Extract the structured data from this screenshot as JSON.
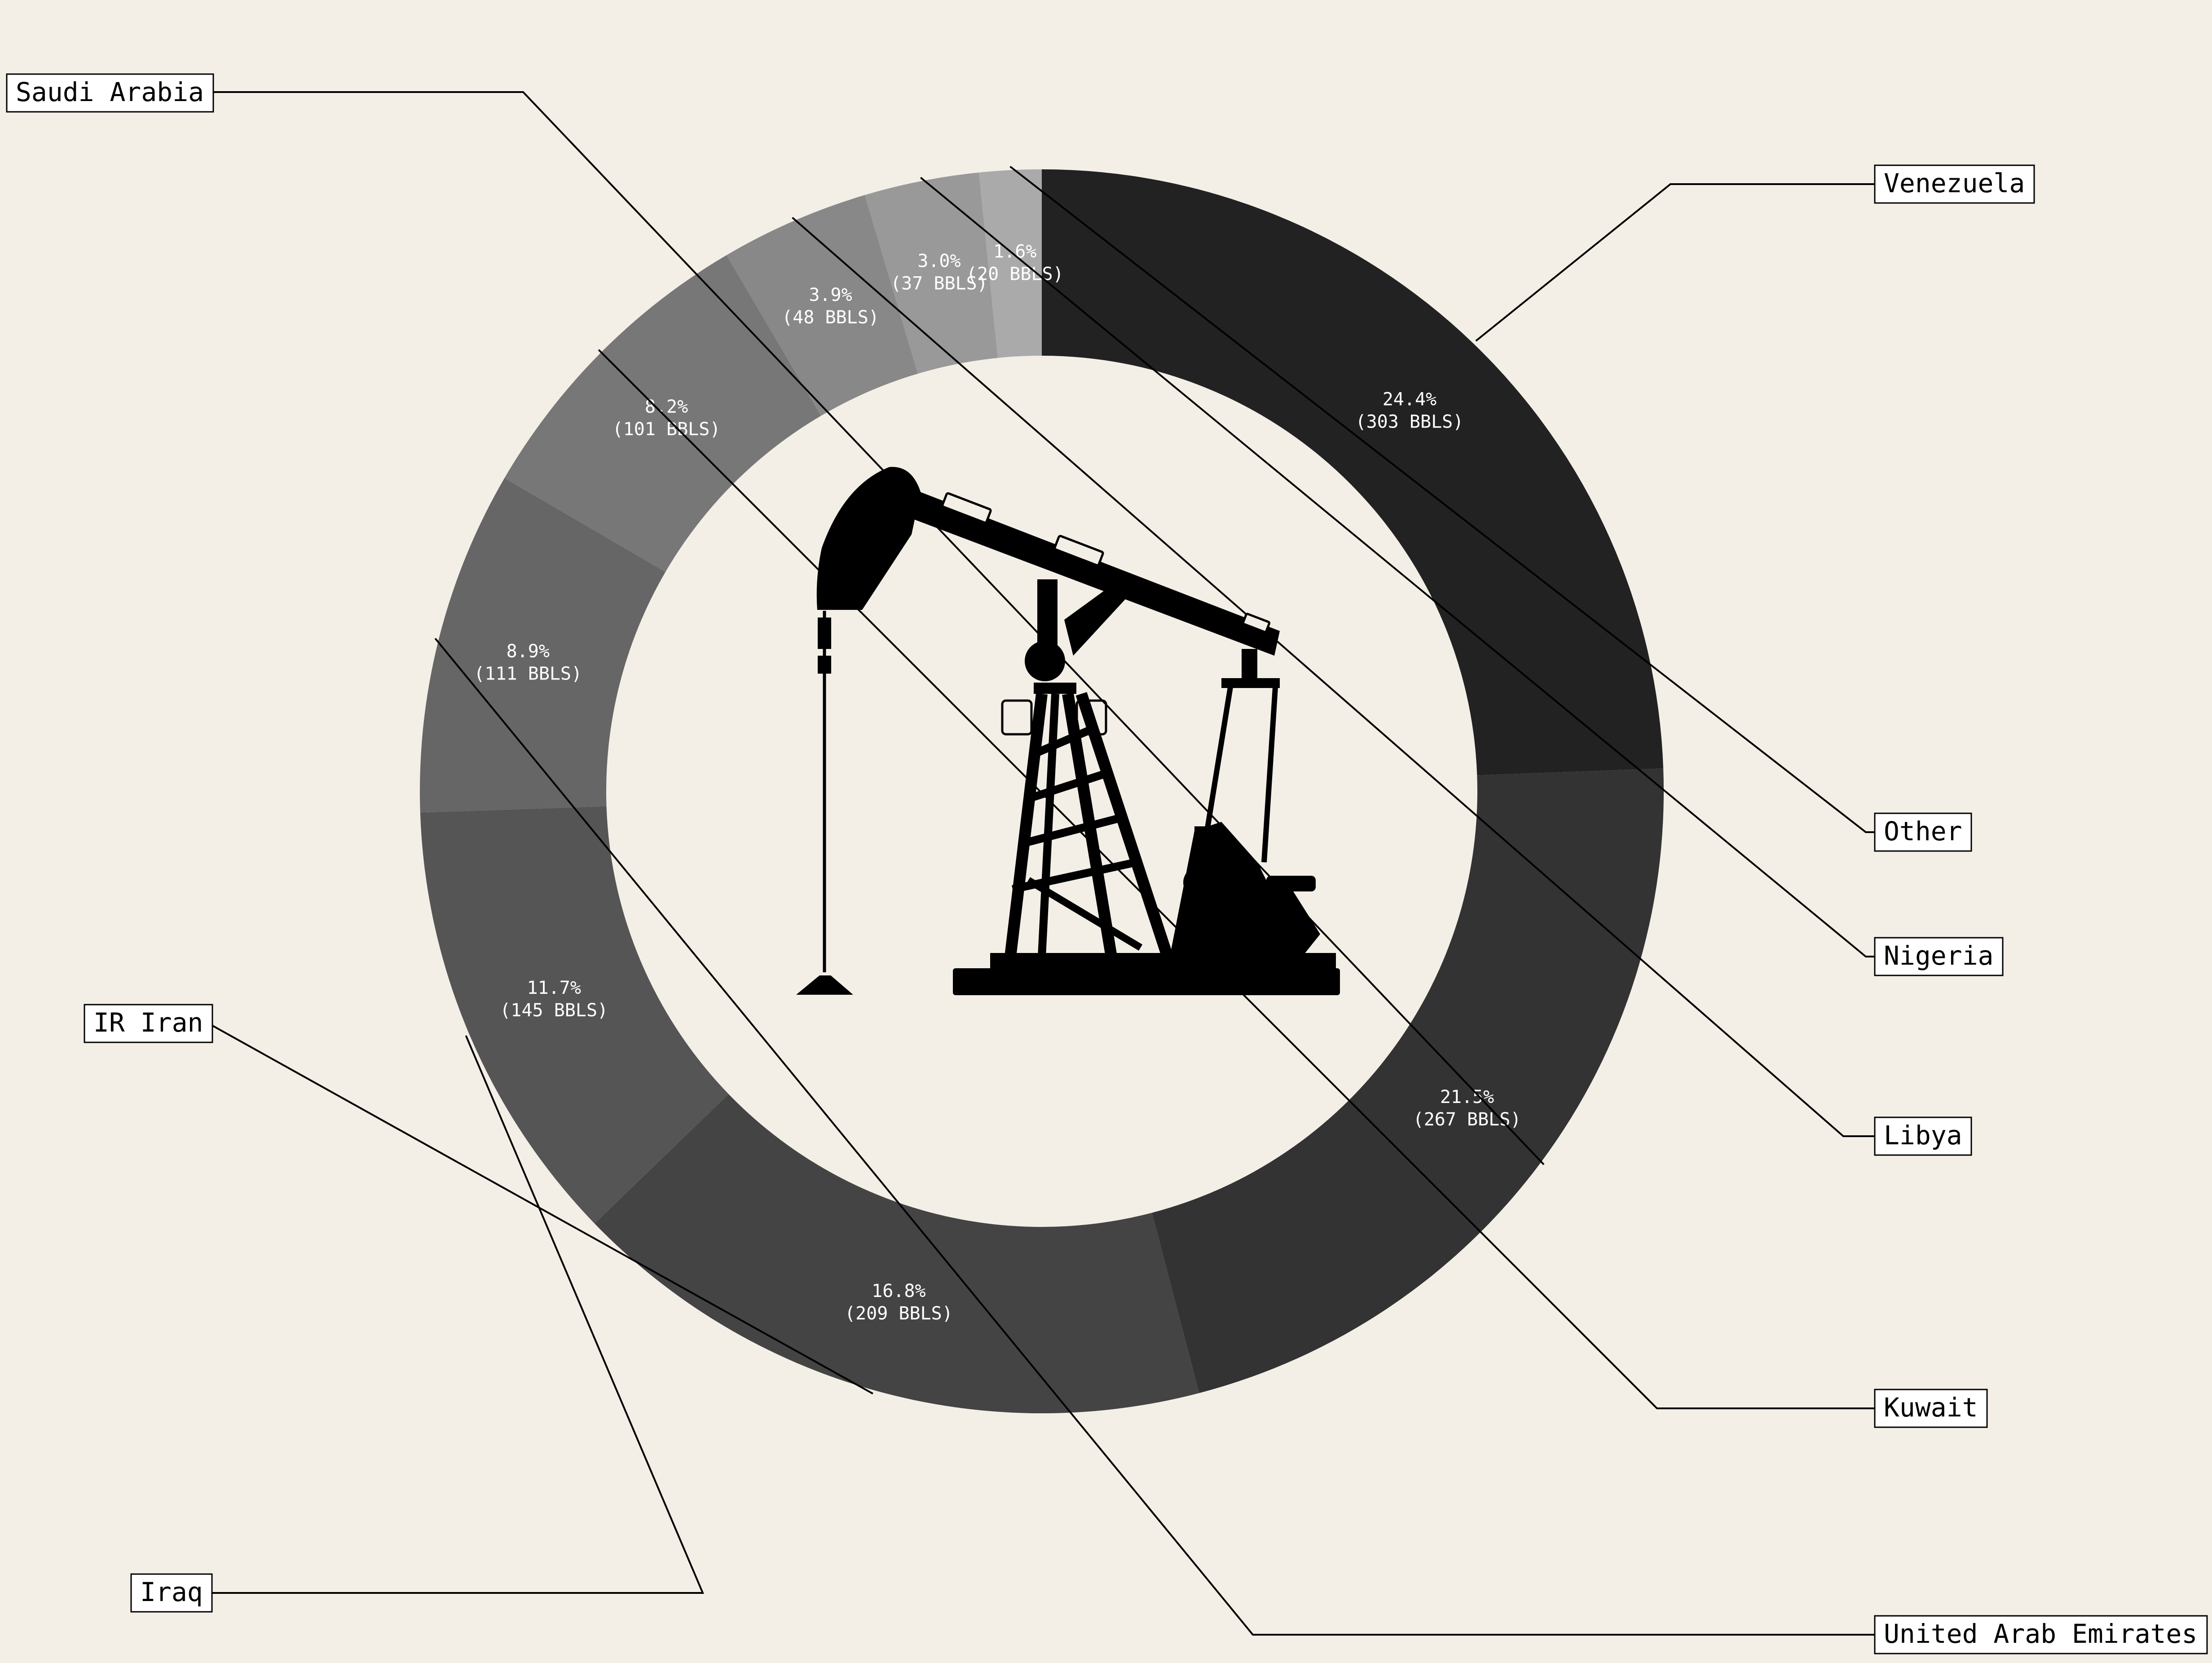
{
  "chart_data": {
    "type": "pie",
    "variant": "donut",
    "unit": "BBLS",
    "start_angle_deg": 90,
    "direction": "clockwise",
    "categories": [
      "Venezuela",
      "Saudi Arabia",
      "IR Iran",
      "Iraq",
      "United Arab Emirates",
      "Kuwait",
      "Libya",
      "Nigeria",
      "Other"
    ],
    "values": [
      303,
      267,
      209,
      145,
      111,
      101,
      48,
      37,
      20
    ],
    "percent_labels": [
      "24.4%",
      "21.5%",
      "16.8%",
      "11.7%",
      "8.9%",
      "8.2%",
      "3.9%",
      "3.0%",
      "1.6%"
    ],
    "value_labels": [
      "(303 BBLS)",
      "(267 BBLS)",
      "(209 BBLS)",
      "(145 BBLS)",
      "(111 BBLS)",
      "(101 BBLS)",
      "(48 BBLS)",
      "(37 BBLS)",
      "(20 BBLS)"
    ],
    "colors": [
      "#222222",
      "#333333",
      "#444444",
      "#555555",
      "#666666",
      "#777777",
      "#888888",
      "#999999",
      "#aaaaaa"
    ],
    "center_icon": "oil-pumpjack-icon"
  }
}
